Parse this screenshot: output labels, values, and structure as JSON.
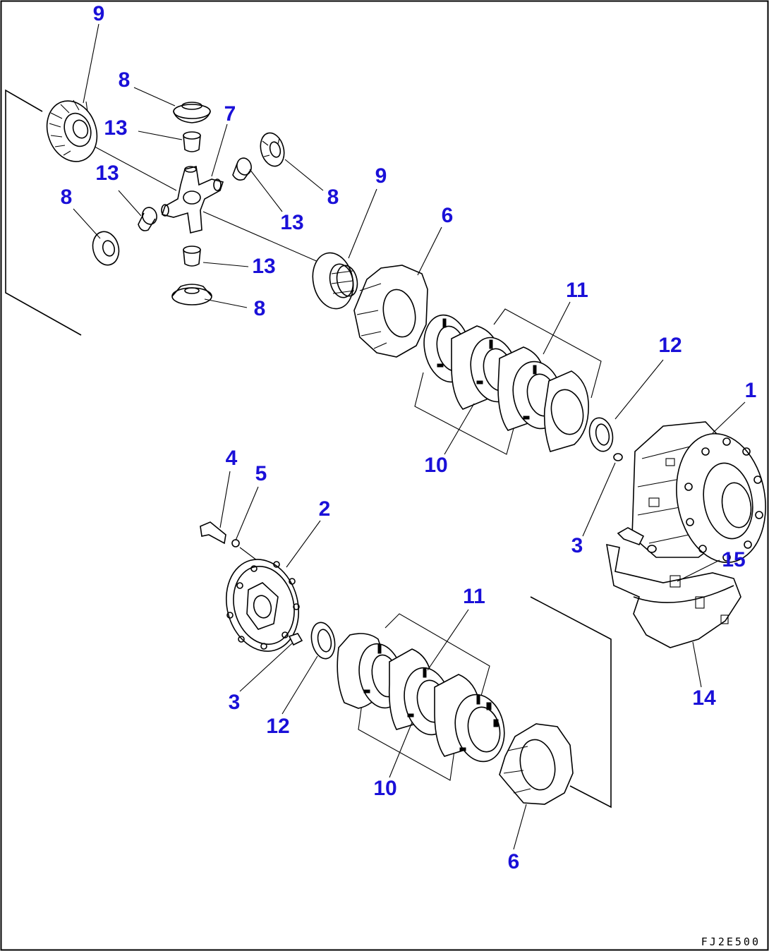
{
  "labels": {
    "n9_top": "9",
    "n8_top": "8",
    "n13_a": "13",
    "n7": "7",
    "n13_b": "13",
    "n8_left": "8",
    "n8_right": "8",
    "n13_c": "13",
    "n13_d": "13",
    "n8_bottom": "8",
    "n9_mid": "9",
    "n6_top": "6",
    "n11_top": "11",
    "n12_top": "12",
    "n1": "1",
    "n10_top": "10",
    "n3_right": "3",
    "n15": "15",
    "n4": "4",
    "n5": "5",
    "n2": "2",
    "n11_bottom": "11",
    "n14": "14",
    "n3_left": "3",
    "n12_bottom": "12",
    "n10_bottom": "10",
    "n6_bottom": "6"
  },
  "drawing_code": "FJ2E500",
  "colors": {
    "callout": "#1a10d8",
    "line": "#000000",
    "background": "#ffffff"
  }
}
